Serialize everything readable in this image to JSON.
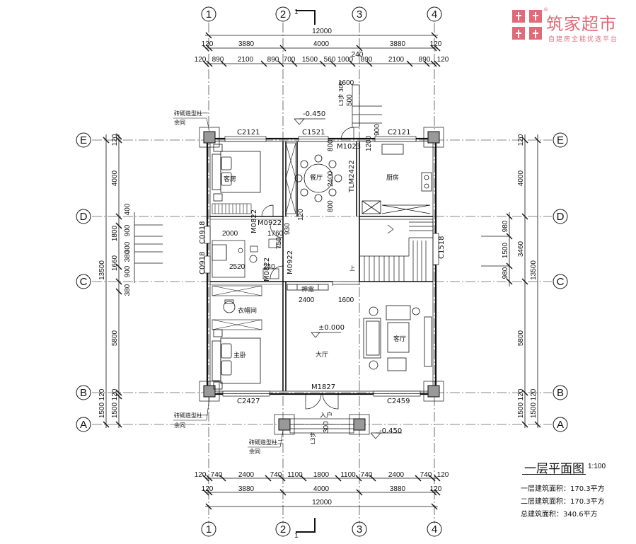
{
  "brand": {
    "name": "筑家超市",
    "slogan": "自建房全能优选平台",
    "reg": "®",
    "color": "#e16a78"
  },
  "drawing": {
    "title": "一层平面图",
    "scale": "1:100",
    "areas": [
      {
        "label": "一层建筑面积：",
        "value": "170.3平方"
      },
      {
        "label": "二层建筑面积：",
        "value": "170.3平方"
      },
      {
        "label": "总建筑面积：",
        "value": "340.6平方"
      }
    ]
  },
  "axes": {
    "columns": [
      "1",
      "2",
      "3",
      "4"
    ],
    "rows": [
      "E",
      "D",
      "C",
      "B",
      "A"
    ]
  },
  "dimensions": {
    "top_total": "12000",
    "top_row1": [
      "120",
      "3880",
      "4000",
      "3880",
      "120"
    ],
    "top_row2": [
      "120",
      "890",
      "2100",
      "890",
      "700",
      "1500",
      "560",
      "1000",
      "890",
      "2100",
      "890",
      "120"
    ],
    "top_extra": "240",
    "bottom_row1": [
      "120",
      "740",
      "2400",
      "740",
      "1100",
      "1800",
      "1100",
      "740",
      "2400",
      "740",
      "120"
    ],
    "bottom_row2": [
      "120",
      "3880",
      "4000",
      "3880",
      "120"
    ],
    "bottom_total": "12000",
    "left_total": "13500",
    "left_row": [
      "120",
      "4000",
      "400",
      "1800",
      "1660",
      "380",
      "5800",
      "120",
      "1500"
    ],
    "left_inner": [
      "900",
      "300",
      "380",
      "900"
    ],
    "right_total": "13500",
    "right_row": [
      "120",
      "4000",
      "980",
      "1500",
      "980",
      "5800",
      "120",
      "1500"
    ],
    "right_mid": "3460"
  },
  "rooms": {
    "guest": "客房",
    "dining": "餐厅",
    "kitchen": "厨房",
    "cloak": "衣帽间",
    "master": "主卧",
    "hall": "大厅",
    "living": "客厅",
    "shrine": "神龛",
    "entrance": "入户"
  },
  "openings": {
    "c2121_left": "C2121",
    "c1521": "C1521",
    "c2121_right": "C2121",
    "m1023": "M1023",
    "tlm2422": "TLM2422",
    "m0922_a": "M0922",
    "m0822_a": "M0822",
    "m0922_b": "M0922",
    "m0822_b": "M0822",
    "c0918_a": "C0918",
    "c0918_b": "C0918",
    "c1518": "C1518",
    "m1827": "M1827",
    "c2427": "C2427",
    "c2459": "C2459"
  },
  "levels": {
    "top": "-0.450",
    "hall": "±0.000",
    "bottom": "-0.450"
  },
  "notes": {
    "pillar1": "砖砌造型柱一",
    "pillar1_sub": "余同",
    "pillar1b": "砖砌造型柱一",
    "pillar1b_sub": "余同",
    "pillar2": "砖砌造型柱二",
    "pillar2_sub": "余同",
    "step_top": "L3步",
    "step_top_dim": "300",
    "step_bot": "L3步",
    "up": "上",
    "dims_inner": {
      "d1600_top": "1600",
      "d800a": "800",
      "d2400": "2400",
      "d800b": "800",
      "d1200": "1200",
      "d900": "900",
      "d120": "120",
      "d2000": "2000",
      "d1760": "1760",
      "d930": "930",
      "d750": "750",
      "d2520": "2520",
      "d240": "240",
      "d2400h": "2400",
      "d1600h": "1600",
      "d300": "300",
      "d500": "500"
    }
  }
}
